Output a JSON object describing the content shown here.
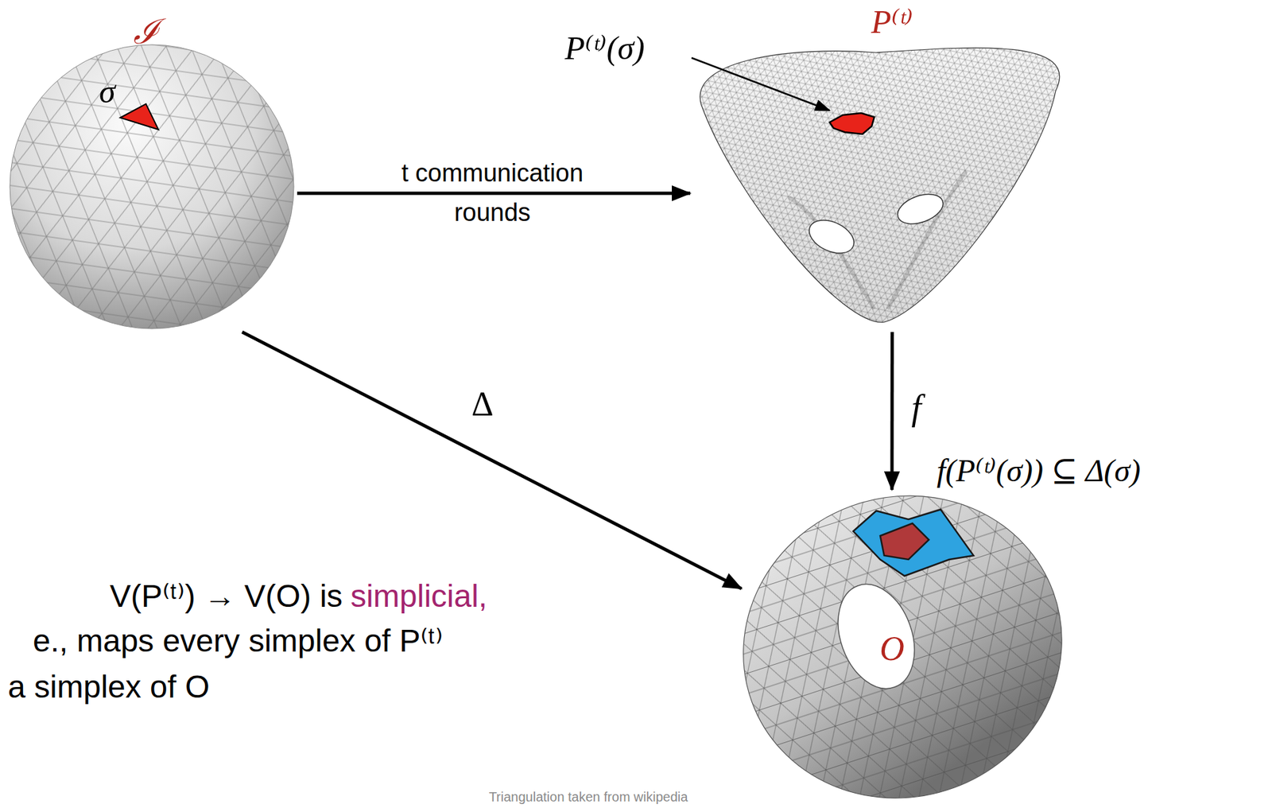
{
  "diagram": {
    "nodes": [
      {
        "text": [
          "ℐ"
        ]
      },
      {
        "text": [
          "P⁽ᵗ⁾"
        ]
      },
      {
        "text": [
          "O"
        ]
      }
    ],
    "edges": [
      {
        "from": 0,
        "to": 1,
        "arrow": "to",
        "label": "t communication rounds"
      },
      {
        "from": 0,
        "to": 2,
        "arrow": "to",
        "label": "Δ"
      },
      {
        "from": 1,
        "to": 2,
        "arrow": "to",
        "label": "f"
      }
    ],
    "labels": [
      "σ",
      "P⁽ᵗ⁾(σ)",
      "f(P⁽ᵗ⁾(σ)) ⊆ Δ(σ)",
      "V(P⁽ᵗ⁾) → V(O) is",
      "simplicial,",
      "e., maps every simplex of P⁽ᵗ⁾",
      "a simplex of O",
      "Triangulation taken from wikipedia"
    ]
  }
}
